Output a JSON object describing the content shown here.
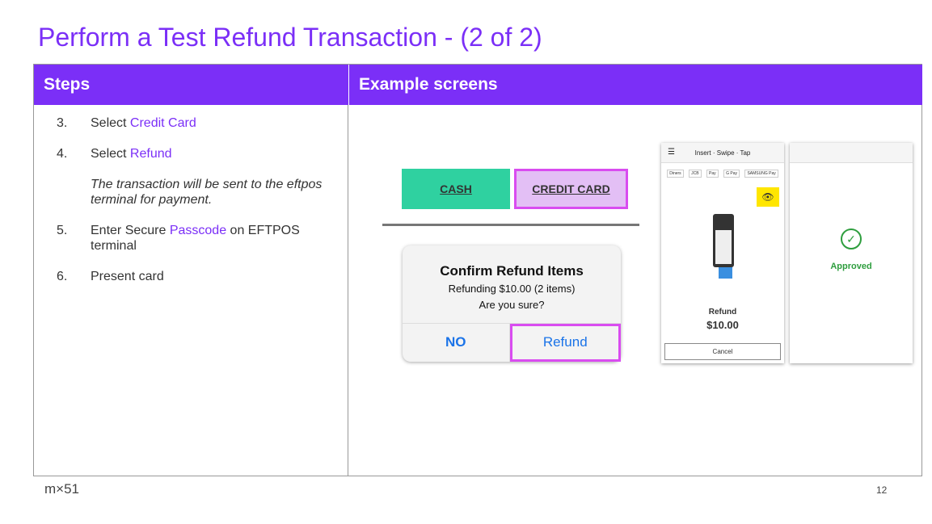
{
  "title": "Perform a Test Refund Transaction - (2 of 2)",
  "headers": {
    "steps": "Steps",
    "examples": "Example screens"
  },
  "steps": [
    {
      "num": "3.",
      "pre": "Select ",
      "hl": "Credit Card",
      "post": ""
    },
    {
      "num": "4.",
      "pre": "Select ",
      "hl": "Refund",
      "post": ""
    },
    {
      "num": "5.",
      "pre": "Enter Secure ",
      "hl": "Passcode",
      "post": " on EFTPOS terminal"
    },
    {
      "num": "6.",
      "pre": "Present card",
      "hl": "",
      "post": ""
    }
  ],
  "note": "The transaction will be sent to the eftpos terminal for payment.",
  "pos": {
    "cash": "CASH",
    "credit_card": "CREDIT CARD"
  },
  "dialog": {
    "title": "Confirm Refund Items",
    "line1": "Refunding $10.00 (2 items)",
    "line2": "Are you sure?",
    "no": "NO",
    "refund": "Refund"
  },
  "terminal": {
    "header": "Insert · Swipe · Tap",
    "payments": [
      "Diners",
      "JCB",
      "Pay",
      "G Pay",
      "SAMSUNG Pay"
    ],
    "label": "Refund",
    "amount": "$10.00",
    "cancel": "Cancel",
    "approved": "Approved"
  },
  "footer": {
    "logo": "m×51",
    "page": "12"
  }
}
